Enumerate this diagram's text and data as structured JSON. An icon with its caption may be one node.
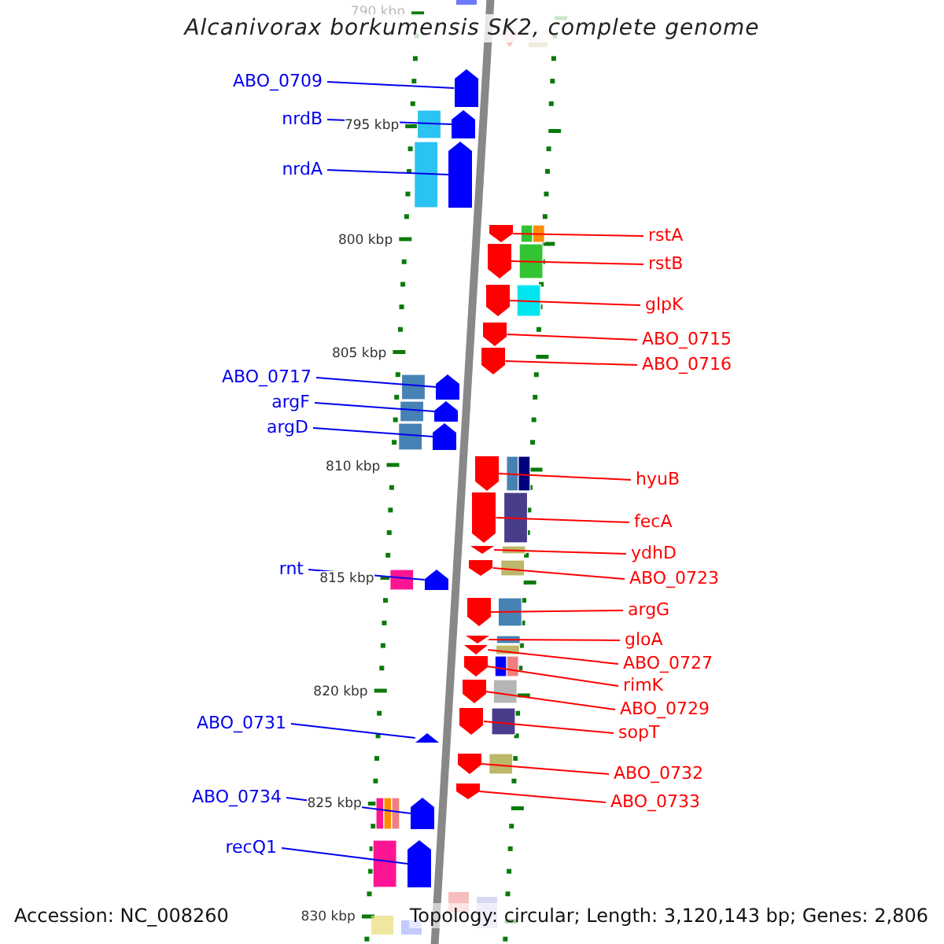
{
  "diagram": {
    "title": "Alcanivorax borkumensis SK2, complete genome",
    "nodes": [
      {
        "text": [
          "ABO_0709"
        ]
      },
      {
        "text": [],
        "shape": "arrow"
      },
      {
        "text": [
          "nrdB"
        ]
      },
      {
        "text": [],
        "shape": "arrow"
      },
      {
        "text": [
          "nrdA"
        ]
      },
      {
        "text": [],
        "shape": "arrow"
      },
      {
        "text": [
          "rstA"
        ]
      },
      {
        "text": [],
        "shape": "arrow"
      },
      {
        "text": [
          "rstB"
        ]
      },
      {
        "text": [],
        "shape": "arrow"
      },
      {
        "text": [
          "glpK"
        ]
      },
      {
        "text": [],
        "shape": "arrow"
      },
      {
        "text": [
          "ABO_0715"
        ]
      },
      {
        "text": [],
        "shape": "arrow"
      },
      {
        "text": [
          "ABO_0716"
        ]
      },
      {
        "text": [],
        "shape": "arrow"
      },
      {
        "text": [
          "ABO_0717"
        ]
      },
      {
        "text": [],
        "shape": "arrow"
      },
      {
        "text": [
          "argF"
        ]
      },
      {
        "text": [],
        "shape": "arrow"
      },
      {
        "text": [
          "argD"
        ]
      },
      {
        "text": [],
        "shape": "arrow"
      },
      {
        "text": [
          "hyuB"
        ]
      },
      {
        "text": [],
        "shape": "arrow"
      },
      {
        "text": [
          "fecA"
        ]
      },
      {
        "text": [],
        "shape": "arrow"
      },
      {
        "text": [
          "ydhD"
        ]
      },
      {
        "text": [],
        "shape": "arrow"
      },
      {
        "text": [
          "rnt"
        ]
      },
      {
        "text": [],
        "shape": "arrow"
      },
      {
        "text": [
          "ABO_0723"
        ]
      },
      {
        "text": [],
        "shape": "arrow"
      },
      {
        "text": [
          "argG"
        ]
      },
      {
        "text": [],
        "shape": "arrow"
      },
      {
        "text": [
          "gloA"
        ]
      },
      {
        "text": [],
        "shape": "arrow"
      },
      {
        "text": [
          "ABO_0727"
        ]
      },
      {
        "text": [],
        "shape": "arrow"
      },
      {
        "text": [
          "rimK"
        ]
      },
      {
        "text": [],
        "shape": "arrow"
      },
      {
        "text": [
          "ABO_0729"
        ]
      },
      {
        "text": [],
        "shape": "arrow"
      },
      {
        "text": [
          "ABO_0731"
        ]
      },
      {
        "text": [],
        "shape": "arrow"
      },
      {
        "text": [
          "sopT"
        ]
      },
      {
        "text": [],
        "shape": "arrow"
      },
      {
        "text": [
          "ABO_0732"
        ]
      },
      {
        "text": [],
        "shape": "arrow"
      },
      {
        "text": [
          "ABO_0734"
        ]
      },
      {
        "text": [],
        "shape": "arrow"
      },
      {
        "text": [
          "ABO_0733"
        ]
      },
      {
        "text": [],
        "shape": "arrow"
      },
      {
        "text": [
          "recQ1"
        ]
      },
      {
        "text": [],
        "shape": "arrow"
      }
    ],
    "edges": [
      {
        "from": 0,
        "to": 1,
        "arrow": "none",
        "color": "#0000ee"
      },
      {
        "from": 2,
        "to": 3,
        "arrow": "none",
        "color": "#0000ee"
      },
      {
        "from": 4,
        "to": 5,
        "arrow": "none",
        "color": "#0000ee"
      },
      {
        "from": 6,
        "to": 7,
        "arrow": "none"
      },
      {
        "from": 8,
        "to": 9,
        "arrow": "none"
      },
      {
        "from": 10,
        "to": 11,
        "arrow": "none"
      },
      {
        "from": 12,
        "to": 13,
        "arrow": "none"
      },
      {
        "from": 14,
        "to": 15,
        "arrow": "none"
      },
      {
        "from": 16,
        "to": 17,
        "arrow": "none",
        "color": "#0000ee"
      },
      {
        "from": 18,
        "to": 19,
        "arrow": "none",
        "color": "#0000ee"
      },
      {
        "from": 20,
        "to": 21,
        "arrow": "none",
        "color": "#0000ee"
      },
      {
        "from": 22,
        "to": 23,
        "arrow": "none"
      },
      {
        "from": 24,
        "to": 25,
        "arrow": "none"
      },
      {
        "from": 26,
        "to": 27,
        "arrow": "none"
      },
      {
        "from": 28,
        "to": 29,
        "arrow": "none",
        "color": "#0000ee"
      },
      {
        "from": 30,
        "to": 31,
        "arrow": "none"
      },
      {
        "from": 32,
        "to": 33,
        "arrow": "none"
      },
      {
        "from": 34,
        "to": 35,
        "arrow": "none"
      },
      {
        "from": 36,
        "to": 37,
        "arrow": "none"
      },
      {
        "from": 38,
        "to": 39,
        "arrow": "none"
      },
      {
        "from": 40,
        "to": 41,
        "arrow": "none"
      },
      {
        "from": 42,
        "to": 43,
        "arrow": "none",
        "color": "#0000ee"
      },
      {
        "from": 44,
        "to": 45,
        "arrow": "none"
      },
      {
        "from": 46,
        "to": 47,
        "arrow": "none"
      },
      {
        "from": 48,
        "to": 49,
        "arrow": "none",
        "color": "#0000ee"
      },
      {
        "from": 50,
        "to": 51,
        "arrow": "none"
      },
      {
        "from": 52,
        "to": 53,
        "arrow": "none",
        "color": "#0000ee"
      }
    ],
    "labels": [
      "790 kbp",
      "795 kbp",
      "800 kbp",
      "805 kbp",
      "810 kbp",
      "815 kbp",
      "820 kbp",
      "825 kbp",
      "830 kbp",
      "Accession: NC_008260",
      "Topology: circular; Length: 3,120,143 bp; Genes: 2,806"
    ]
  }
}
